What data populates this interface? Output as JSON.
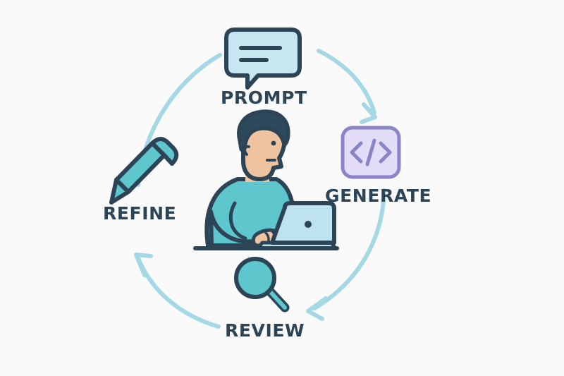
{
  "diagram": {
    "title": "Prompt Generate Review Refine cycle",
    "background_color": "#fafafa",
    "stroke_color": "#2c4456",
    "arrow_color": "#a4d8e4",
    "teal_fill": "#5ec6cd",
    "light_blue_fill": "#c6e6f2",
    "lavender_fill": "#e3ddf7",
    "lavender_stroke": "#8a84c9",
    "skin_fill": "#f0c3a0",
    "hair_fill": "#2c4a5c",
    "shirt_fill": "#5ec6cd",
    "laptop_fill": "#bfe2ef"
  },
  "stages": [
    {
      "id": "prompt",
      "label": "PROMPT",
      "icon": "speech-bubble-icon",
      "icon_fill": "#c6e6f2",
      "position": "top"
    },
    {
      "id": "generate",
      "label": "GENERATE",
      "icon": "code-brackets-icon",
      "icon_fill": "#e3ddf7",
      "position": "right"
    },
    {
      "id": "review",
      "label": "REVIEW",
      "icon": "magnifying-glass-icon",
      "icon_fill": "#5ec6cd",
      "position": "bottom"
    },
    {
      "id": "refine",
      "label": "REFINE",
      "icon": "pencil-icon",
      "icon_fill": "#5ec6cd",
      "position": "left"
    }
  ],
  "arrows": [
    {
      "id": "arrow-prompt-to-generate",
      "from": "prompt",
      "to": "generate",
      "direction": "clockwise"
    },
    {
      "id": "arrow-generate-to-review",
      "from": "generate",
      "to": "review",
      "direction": "clockwise"
    },
    {
      "id": "arrow-review-to-refine",
      "from": "review",
      "to": "refine",
      "direction": "clockwise"
    },
    {
      "id": "arrow-refine-to-prompt",
      "from": "refine",
      "to": "prompt",
      "direction": "clockwise"
    }
  ],
  "center": {
    "illustration": "person-at-laptop-illustration",
    "description": "Person typing on a laptop"
  }
}
